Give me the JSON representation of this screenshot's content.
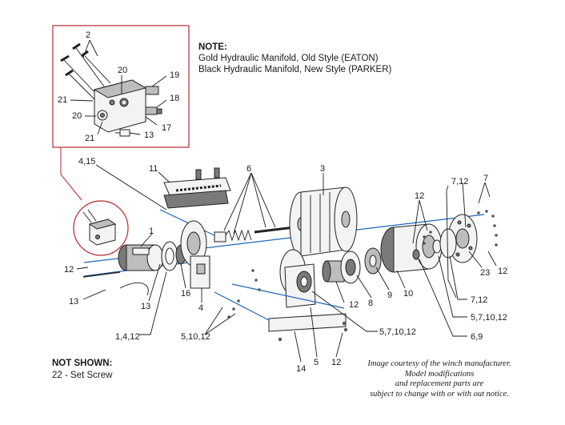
{
  "note": {
    "heading": "NOTE:",
    "line1": "Gold Hydraulic Manifold, Old Style (EATON)",
    "line2": "Black Hydraulic Manifold, New Style (PARKER)"
  },
  "not_shown": {
    "heading": "NOT SHOWN:",
    "item": "22 - Set Screw"
  },
  "credit": {
    "line1": "Image courtesy of the winch manufacturer.",
    "line2": "Model modifications",
    "line3": "and replacement parts are",
    "line4": "subject to change with or with out notice."
  },
  "callouts": {
    "inset_2": "2",
    "inset_20_top": "20",
    "inset_19": "19",
    "inset_18": "18",
    "inset_21_left": "21",
    "inset_20_left": "20",
    "inset_17": "17",
    "inset_21_bottom": "21",
    "inset_13": "13",
    "c_4_15": "4,15",
    "c_11": "11",
    "c_6": "6",
    "c_3": "3",
    "c_7_12_top": "7,12",
    "c_7_top": "7",
    "c_12_mid": "12",
    "c_1": "1",
    "c_12_left": "12",
    "c_13_left": "13",
    "c_13_lower": "13",
    "c_16": "16",
    "c_4": "4",
    "c_1_4_12": "1,4,12",
    "c_5_10_12": "5,10,12",
    "c_12_center": "12",
    "c_8": "8",
    "c_9": "9",
    "c_10": "10",
    "c_5_7_10_12": "5,7,10,12",
    "c_14": "14",
    "c_5": "5",
    "c_12_bottom": "12",
    "c_23": "23",
    "c_12_right": "12",
    "c_7_12_right": "7,12",
    "c_5_7_10_12_right": "5,7,10,12",
    "c_6_9": "6,9"
  }
}
